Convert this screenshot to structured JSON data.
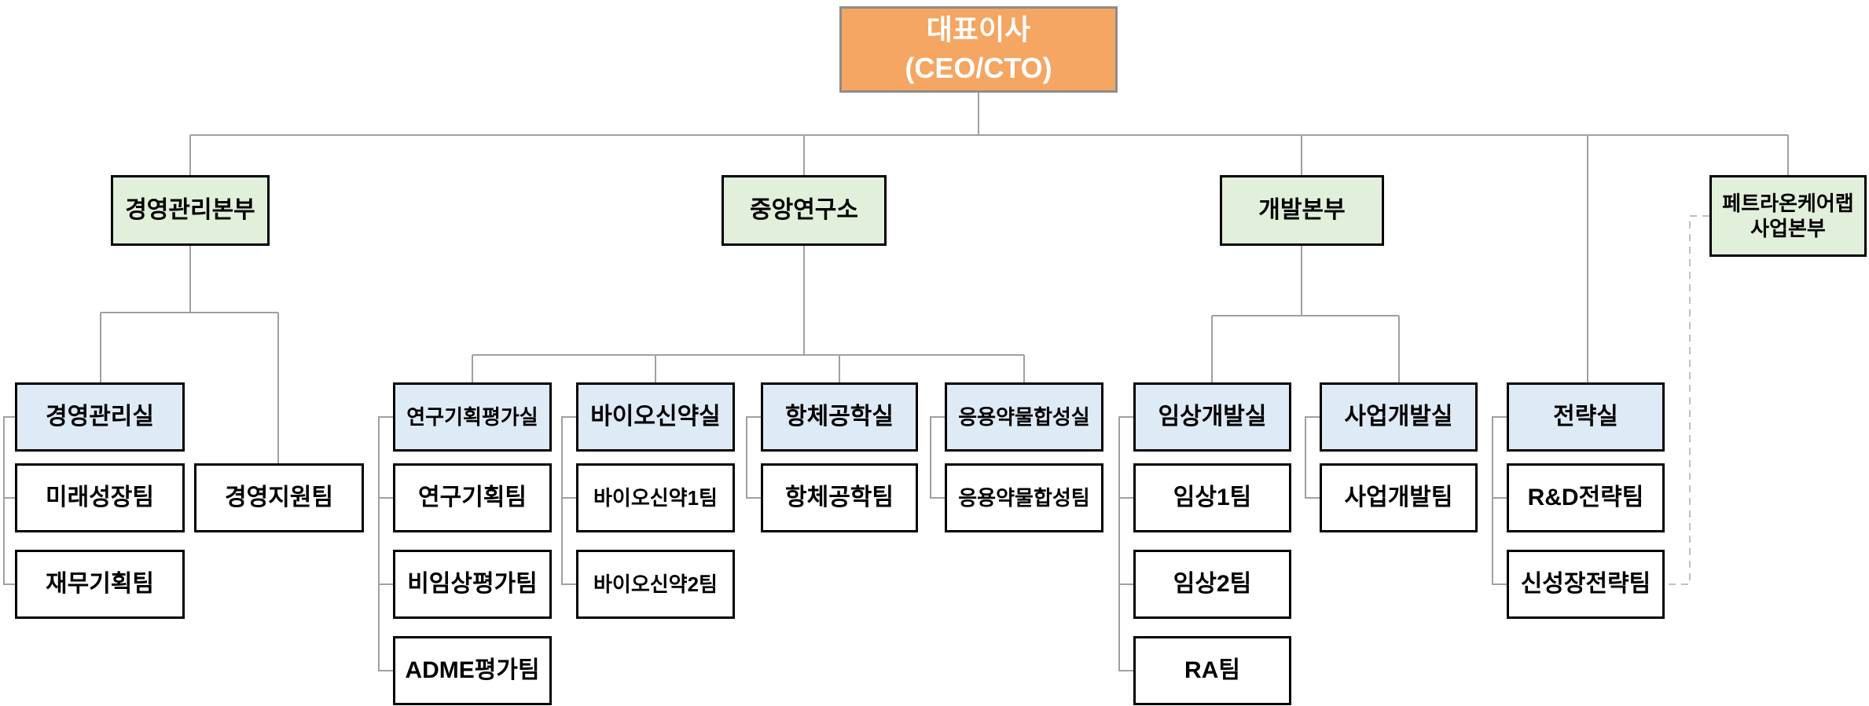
{
  "org": {
    "root": {
      "title": "대표이사",
      "subtitle": "(CEO/CTO)"
    },
    "divisions": [
      {
        "name": "경영관리본부",
        "offices": [
          {
            "name": "경영관리실",
            "teams": [
              "미래성장팀",
              "재무기획팀"
            ]
          }
        ],
        "direct_teams": [
          "경영지원팀"
        ]
      },
      {
        "name": "중앙연구소",
        "offices": [
          {
            "name": "연구기획평가실",
            "teams": [
              "연구기획팀",
              "비임상평가팀",
              "ADME평가팀"
            ]
          },
          {
            "name": "바이오신약실",
            "teams": [
              "바이오신약1팀",
              "바이오신약2팀"
            ]
          },
          {
            "name": "항체공학실",
            "teams": [
              "항체공학팀"
            ]
          },
          {
            "name": "응용약물합성실",
            "teams": [
              "응용약물합성팀"
            ]
          }
        ]
      },
      {
        "name": "개발본부",
        "offices": [
          {
            "name": "임상개발실",
            "teams": [
              "임상1팀",
              "임상2팀",
              "RA팀"
            ]
          },
          {
            "name": "사업개발실",
            "teams": [
              "사업개발팀"
            ]
          }
        ]
      },
      {
        "name": "페트라온케어랩 사업본부",
        "name_line1": "페트라온케어랩",
        "name_line2": "사업본부",
        "offices": []
      }
    ],
    "ceo_direct_offices": [
      {
        "name": "전략실",
        "teams": [
          "R&D전략팀",
          "신성장전략팀"
        ]
      }
    ],
    "dashed_link": {
      "from": "페트라온케어랩 사업본부",
      "to": "신성장전략팀",
      "style": "dashed"
    }
  },
  "colors": {
    "root_fill": "#F4A662",
    "root_border": "#8C8C8C",
    "root_text": "#FFFFFF",
    "division_fill": "#E2EFDA",
    "office_fill": "#DEEAF5",
    "team_fill": "#FFFFFF",
    "box_border": "#000000",
    "connector": "#A0A0A0",
    "dashed_connector": "#C0C0C0"
  }
}
